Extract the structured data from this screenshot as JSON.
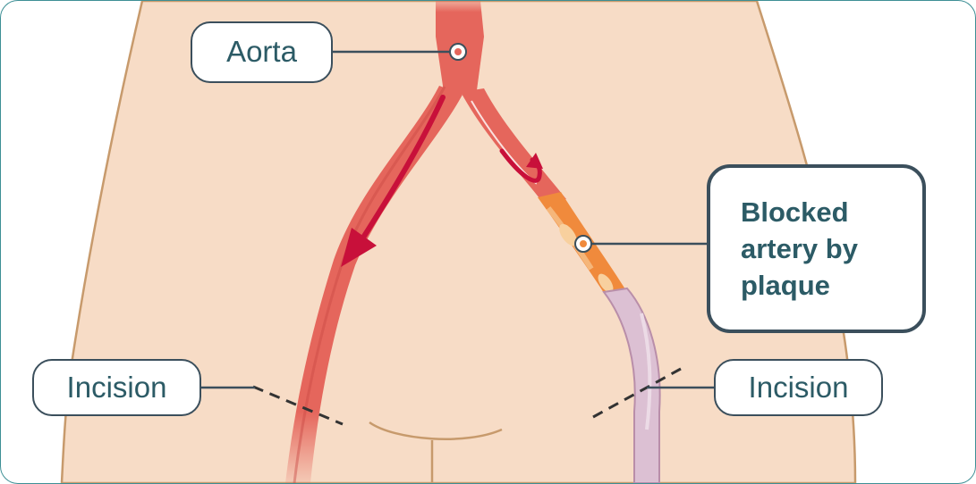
{
  "labels": {
    "aorta": "Aorta",
    "incision_left": "Incision",
    "incision_right": "Incision",
    "blocked": "Blocked\nartery by\nplaque"
  },
  "colors": {
    "skin": "#f7dcc6",
    "skin_outline": "#c79a6c",
    "artery": "#e5665c",
    "artery_dark": "#c94a45",
    "flow_arrow": "#c8103a",
    "plaque": "#f08a3c",
    "graft": "#dcc0d3",
    "label_border": "#3b4f5c",
    "label_text": "#2c5b66",
    "frame_border": "#3d8f95"
  },
  "icons": [
    "flow-arrow-icon",
    "return-arrow-icon",
    "pointer-dot-icon"
  ]
}
